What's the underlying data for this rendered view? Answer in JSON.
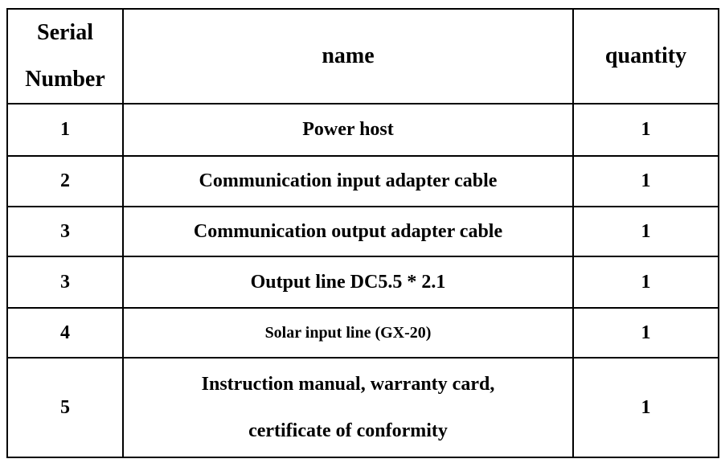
{
  "table": {
    "title": "packing-list",
    "headers": {
      "serial": [
        "Serial",
        "Number"
      ],
      "name": "name",
      "quantity": "quantity"
    },
    "rows": [
      {
        "serial": "1",
        "name": "Power host",
        "quantity": "1"
      },
      {
        "serial": "2",
        "name": "Communication input adapter cable",
        "quantity": "1"
      },
      {
        "serial": "3",
        "name": "Communication output adapter cable",
        "quantity": "1"
      },
      {
        "serial": "3",
        "name": "Output line DC5.5 * 2.1",
        "quantity": "1"
      },
      {
        "serial": "4",
        "name": "Solar input line (GX-20)",
        "quantity": "1"
      },
      {
        "serial": "5",
        "name": [
          "Instruction manual, warranty card,",
          "certificate of conformity"
        ],
        "quantity": "1"
      }
    ],
    "colors": {
      "border": "#000000",
      "background": "#ffffff",
      "text": "#000000"
    }
  }
}
